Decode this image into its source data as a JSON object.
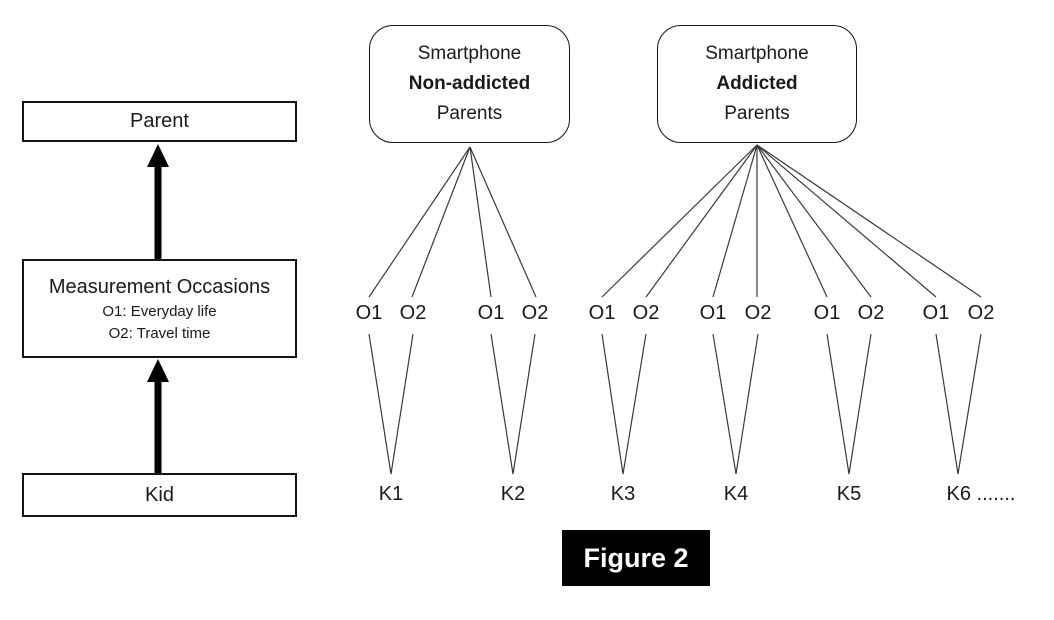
{
  "figure_caption": "Figure 2",
  "colors": {
    "caption_bg": "#000000",
    "caption_text": "#ffffff",
    "line": "#3a3a3a",
    "border": "#141414"
  },
  "left_panel": {
    "parent_label": "Parent",
    "measurement": {
      "title": "Measurement Occasions",
      "occasion1": "O1: Everyday life",
      "occasion2": "O2: Travel time"
    },
    "kid_label": "Kid"
  },
  "groups": [
    {
      "line1": "Smartphone",
      "line2": "Non-addicted",
      "line3": "Parents"
    },
    {
      "line1": "Smartphone",
      "line2": "Addicted",
      "line3": "Parents"
    }
  ],
  "occasion_labels": [
    "O1",
    "O2",
    "O1",
    "O2",
    "O1",
    "O2",
    "O1",
    "O2",
    "O1",
    "O2",
    "O1",
    "O2"
  ],
  "kid_labels": [
    "K1",
    "K2",
    "K3",
    "K4",
    "K5",
    "K6 ......."
  ]
}
